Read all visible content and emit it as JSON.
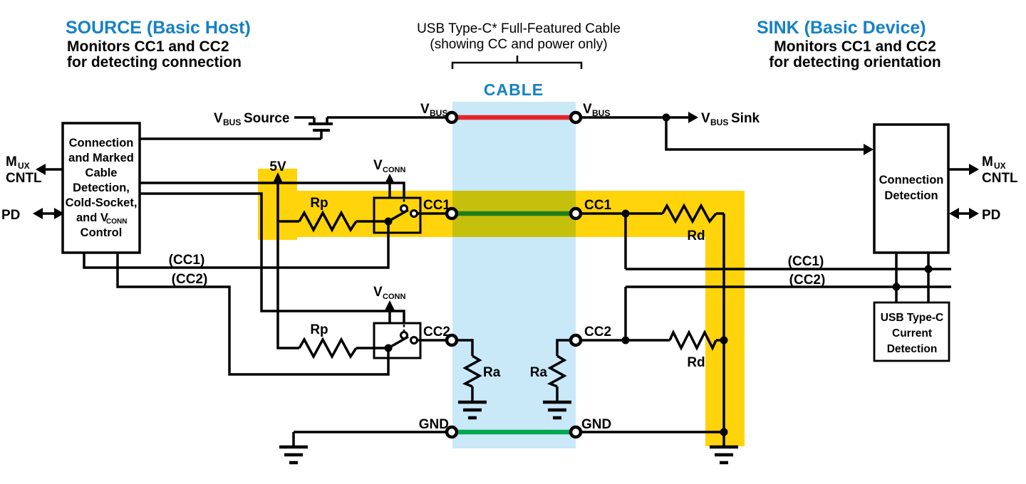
{
  "header": {
    "source": {
      "title": "SOURCE (Basic Host)",
      "sub1": "Monitors CC1 and CC2",
      "sub2": "for detecting connection"
    },
    "cable": {
      "line1": "USB Type-C* Full-Featured Cable",
      "line2": "(showing CC and power only)",
      "label": "CABLE"
    },
    "sink": {
      "title": "SINK (Basic Device)",
      "sub1": "Monitors CC1 and CC2",
      "sub2": "for detecting orientation"
    }
  },
  "blocks": {
    "source_controller": {
      "l1": "Connection",
      "l2": "and Marked",
      "l3": "Cable",
      "l4": "Detection,",
      "l5": "Cold-Socket,",
      "l6_a": "and V",
      "l6_sub": "CONN",
      "l7": "Control"
    },
    "connection_detection": {
      "l1": "Connection",
      "l2": "Detection"
    },
    "current_detection": {
      "l1": "USB Type-C",
      "l2": "Current",
      "l3": "Detection"
    }
  },
  "signals": {
    "v": "V",
    "bus": "BUS",
    "conn": "CONN",
    "m": "M",
    "ux": "UX",
    "cntl": "CNTL",
    "pd": "PD",
    "source_word": "Source",
    "sink_word": "Sink",
    "v5": "5V",
    "cc1": "CC1",
    "cc2": "CC2",
    "cc1_paren": "(CC1)",
    "cc2_paren": "(CC2)",
    "gnd": "GND",
    "rp": "Rp",
    "rd": "Rd",
    "ra": "Ra"
  },
  "colors": {
    "accent_blue": "#1581c5",
    "cable_band": "#c9e8f8",
    "highlight_yellow": "#ffd40a",
    "highlight_overlap": "#c6c00c",
    "vbus_red": "#e82328",
    "cc_wire_green": "#1e7e1e",
    "gnd_wire_green": "#00a650"
  }
}
